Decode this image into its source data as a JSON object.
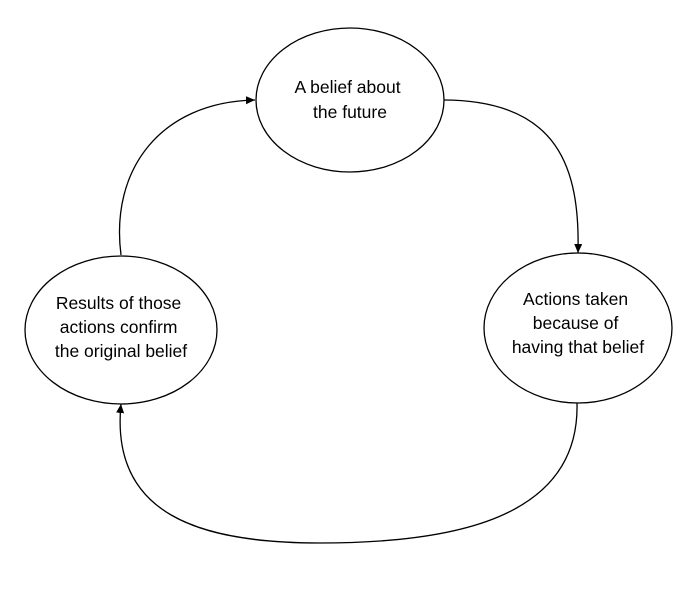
{
  "diagram": {
    "type": "cycle",
    "nodes": [
      {
        "id": "belief",
        "lines": [
          "A belief about",
          "the future"
        ]
      },
      {
        "id": "actions",
        "lines": [
          "Actions taken",
          "because of",
          "having that belief"
        ]
      },
      {
        "id": "results",
        "lines": [
          "Results of those",
          "actions confirm",
          "the original belief"
        ]
      }
    ],
    "edges": [
      {
        "from": "belief",
        "to": "actions"
      },
      {
        "from": "actions",
        "to": "results"
      },
      {
        "from": "results",
        "to": "belief"
      }
    ],
    "colors": {
      "stroke": "#000000",
      "fill": "#ffffff",
      "text": "#000000"
    }
  }
}
